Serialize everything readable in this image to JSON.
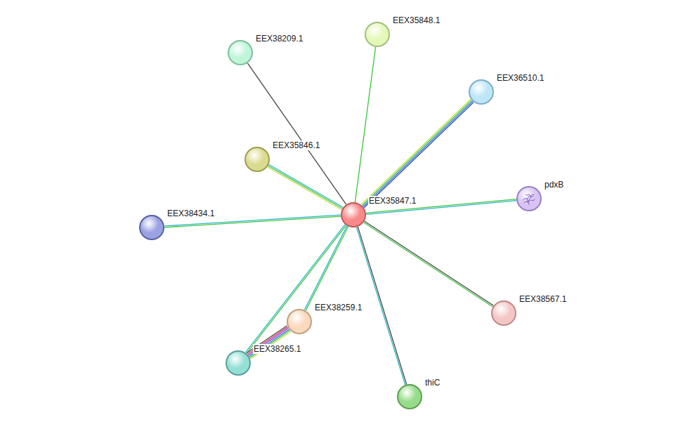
{
  "diagram": {
    "nodes": [
      {
        "text": [
          "EEX35848.1"
        ]
      },
      {
        "text": [
          "EEX38209.1"
        ]
      },
      {
        "text": [
          "EEX36510.1"
        ]
      },
      {
        "text": [
          "EEX35846.1"
        ]
      },
      {
        "text": [
          "pdxB"
        ]
      },
      {
        "text": [
          "EEX35847.1"
        ]
      },
      {
        "text": [
          "EEX38434.1"
        ]
      },
      {
        "text": [
          "EEX38567.1"
        ]
      },
      {
        "text": [
          "EEX38259.1"
        ]
      },
      {
        "text": [
          "EEX38265.1"
        ]
      },
      {
        "text": [
          "thiC"
        ]
      }
    ],
    "edges": [
      {
        "from": 5,
        "to": 0,
        "arrow": "none"
      },
      {
        "from": 5,
        "to": 1,
        "arrow": "none"
      },
      {
        "from": 5,
        "to": 2,
        "arrow": "none"
      },
      {
        "from": 5,
        "to": 3,
        "arrow": "none"
      },
      {
        "from": 5,
        "to": 4,
        "arrow": "none"
      },
      {
        "from": 5,
        "to": 6,
        "arrow": "none"
      },
      {
        "from": 5,
        "to": 7,
        "arrow": "none"
      },
      {
        "from": 5,
        "to": 8,
        "arrow": "none"
      },
      {
        "from": 5,
        "to": 9,
        "arrow": "none"
      },
      {
        "from": 5,
        "to": 10,
        "arrow": "none"
      },
      {
        "from": 8,
        "to": 9,
        "arrow": "none"
      }
    ]
  }
}
